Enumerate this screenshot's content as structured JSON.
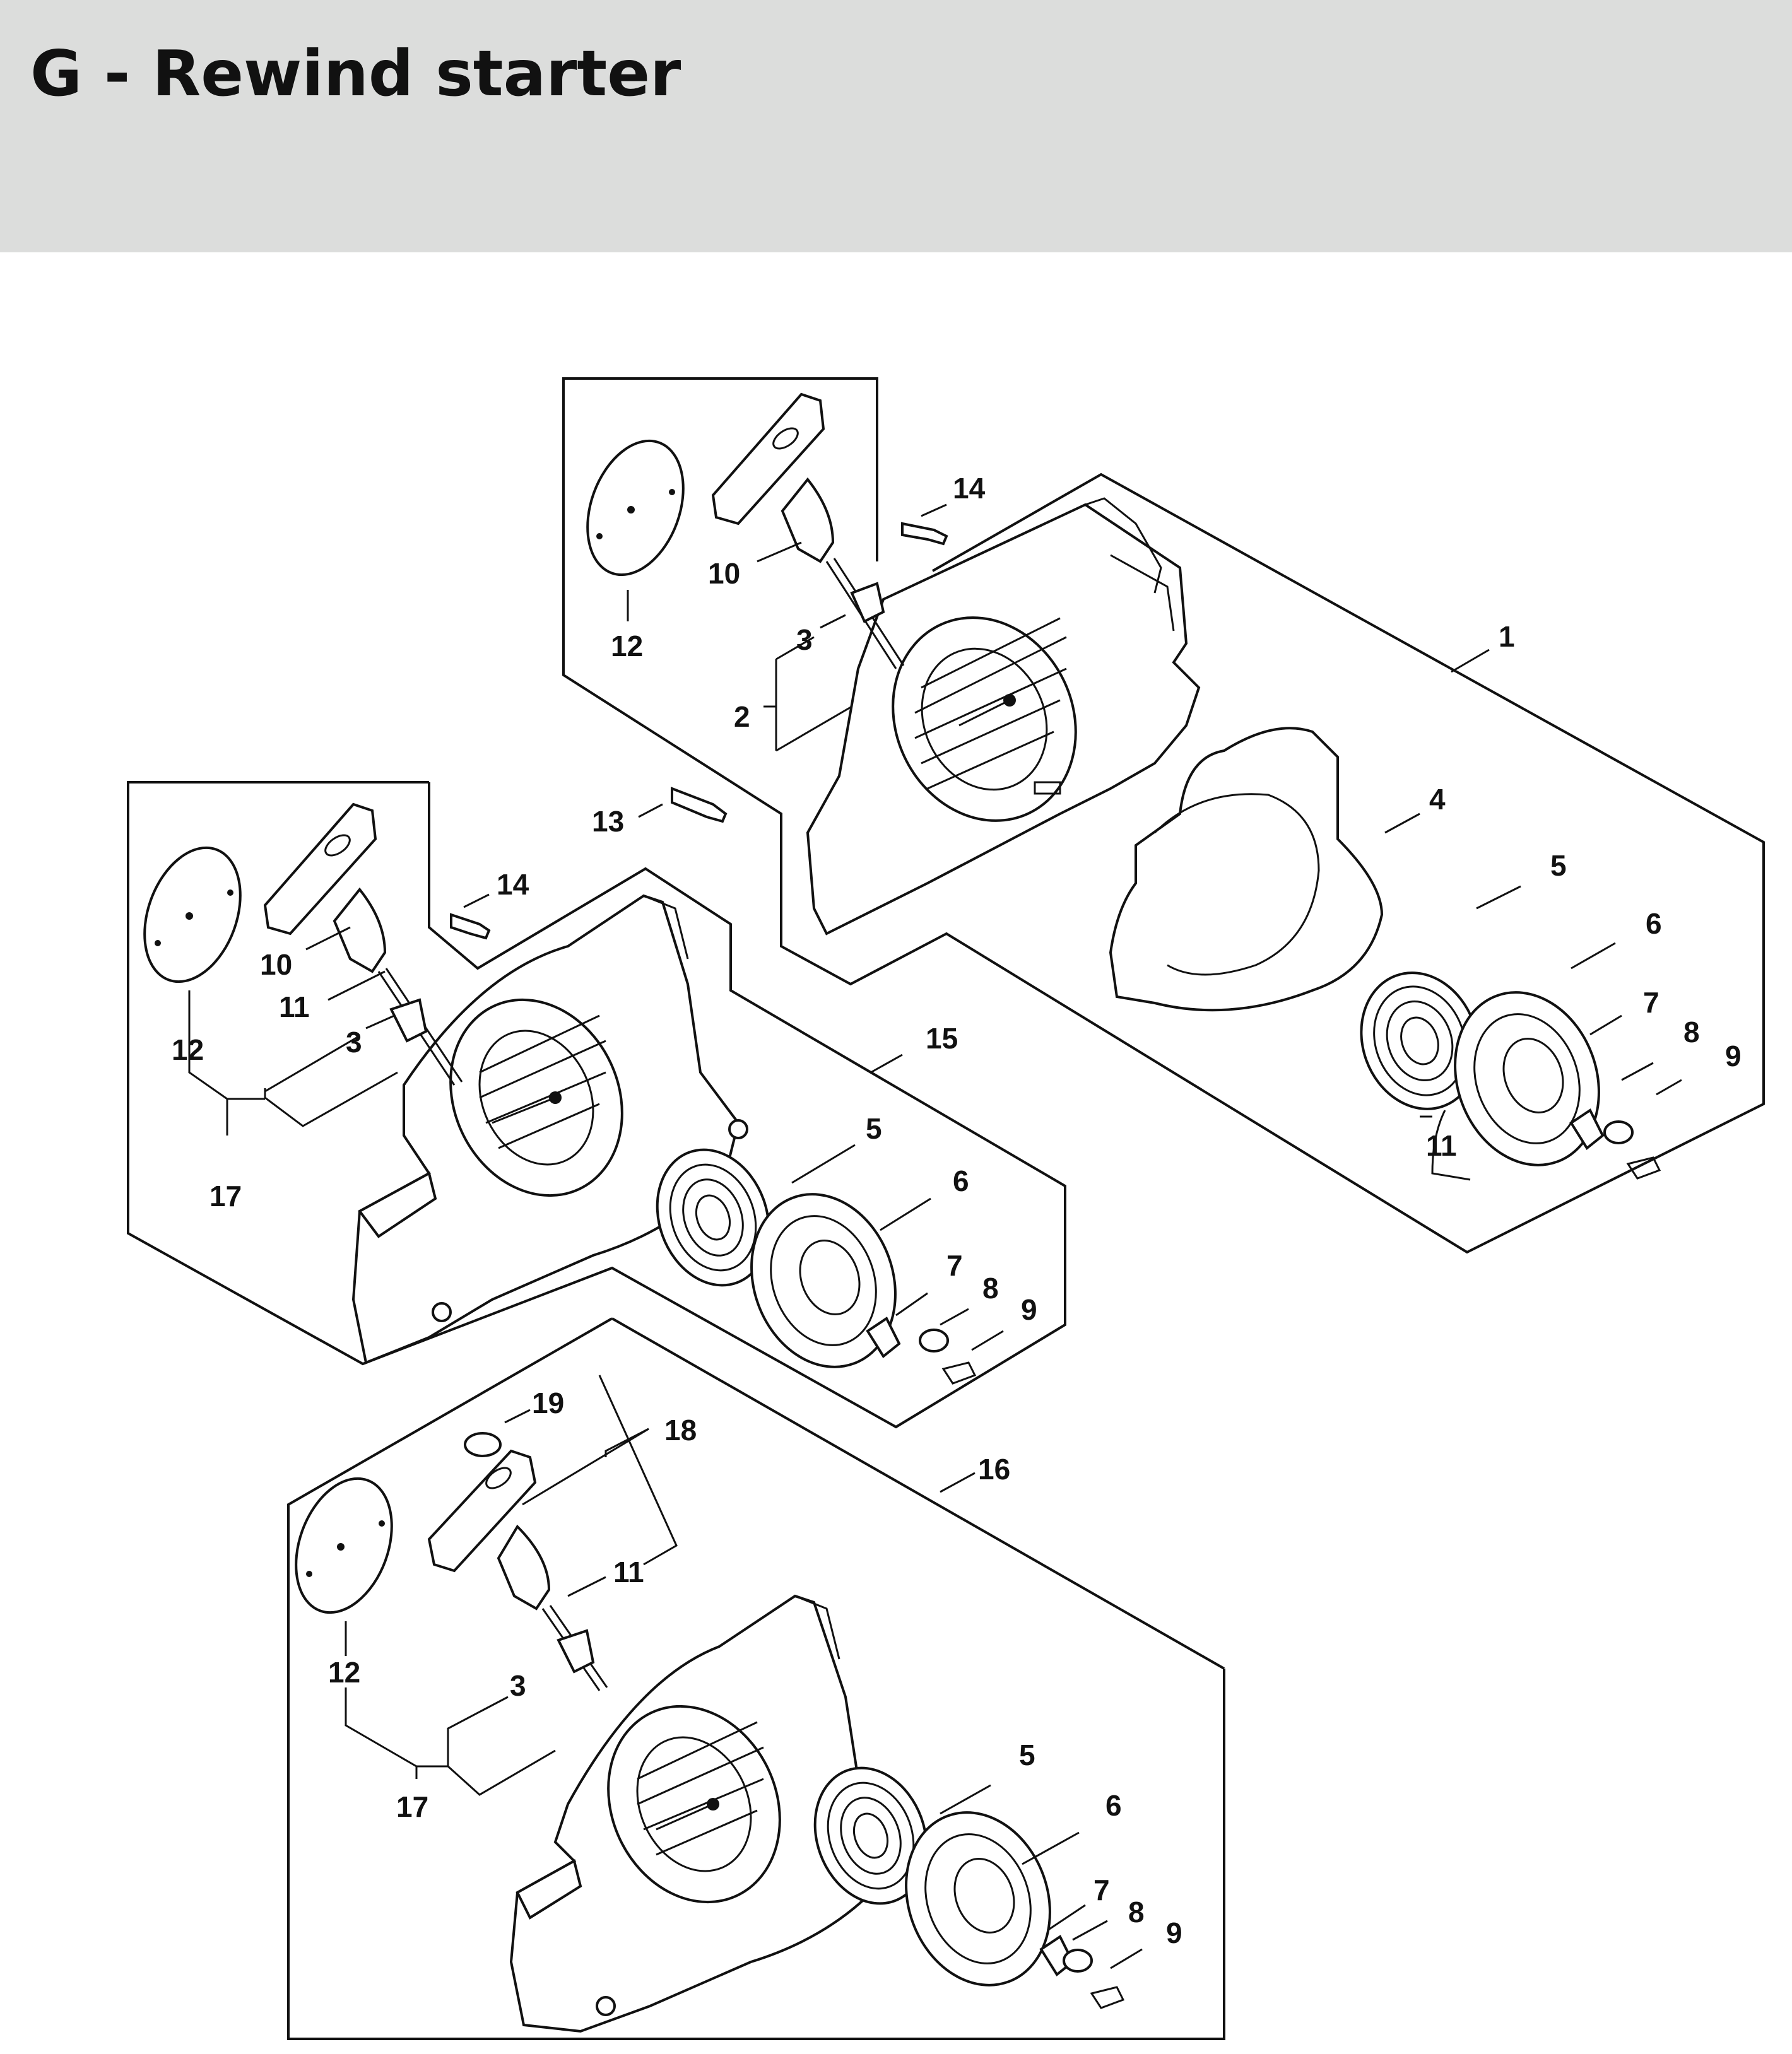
{
  "header": {
    "title": "G - Rewind starter"
  },
  "callouts": {
    "top": {
      "n1": "1",
      "n2": "2",
      "n3": "3",
      "n4": "4",
      "n5": "5",
      "n6": "6",
      "n7": "7",
      "n8": "8",
      "n9": "9",
      "n10": "10",
      "n11": "11",
      "n12": "12",
      "n14": "14"
    },
    "middle": {
      "n3": "3",
      "n5": "5",
      "n6": "6",
      "n7": "7",
      "n8": "8",
      "n9": "9",
      "n10": "10",
      "n11": "11",
      "n12": "12",
      "n13": "13",
      "n14": "14",
      "n15": "15",
      "n17": "17"
    },
    "bottom": {
      "n3": "3",
      "n5": "5",
      "n6": "6",
      "n7": "7",
      "n8": "8",
      "n9": "9",
      "n11": "11",
      "n12": "12",
      "n16": "16",
      "n17": "17",
      "n18": "18",
      "n19": "19"
    }
  },
  "colors": {
    "header_bg": "#dcdddc",
    "line": "#111111",
    "background": "#ffffff"
  }
}
